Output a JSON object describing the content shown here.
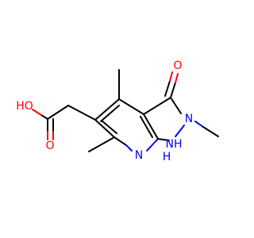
{
  "molecule": {
    "atom_labels": {
      "hydroxyl": "HO",
      "acid_carbonyl_oxygen": "O",
      "ketone_oxygen": "O",
      "ring_n_methyl": "N",
      "ring_nh": "NH",
      "h_of_nh": "H",
      "pyridine_n": "N"
    }
  },
  "colors": {
    "carbon_bond": "#000000",
    "oxygen": "#ff0000",
    "nitrogen": "#0000ff",
    "background": "#ffffff"
  }
}
